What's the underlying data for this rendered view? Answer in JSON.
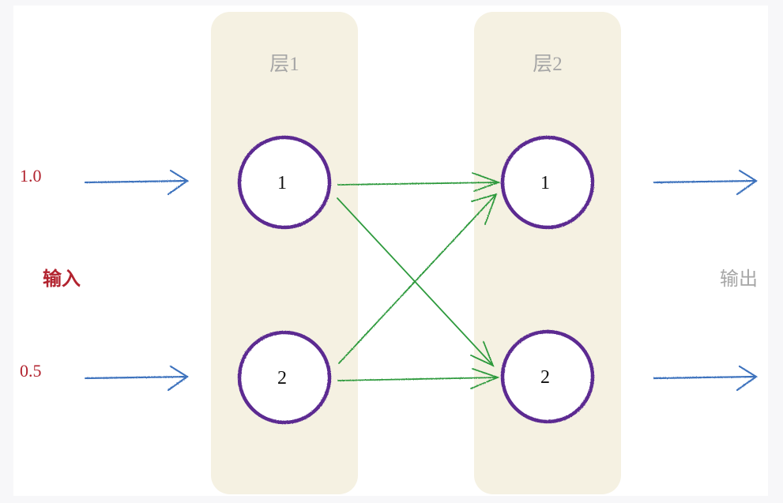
{
  "diagram": {
    "type": "neural-network",
    "inputs": {
      "label": "输入",
      "values": [
        "1.0",
        "0.5"
      ]
    },
    "output": {
      "label": "输出"
    },
    "layers": [
      {
        "title": "层1",
        "nodes": [
          {
            "label": "1"
          },
          {
            "label": "2"
          }
        ]
      },
      {
        "title": "层2",
        "nodes": [
          {
            "label": "1"
          },
          {
            "label": "2"
          }
        ]
      }
    ],
    "connections": [
      {
        "from": "层1-1",
        "to": "层2-1"
      },
      {
        "from": "层1-1",
        "to": "层2-2"
      },
      {
        "from": "层1-2",
        "to": "层2-1"
      },
      {
        "from": "层1-2",
        "to": "层2-2"
      }
    ],
    "colors": {
      "input_text": "#b2232f",
      "output_text": "#a6a6a6",
      "layer_title": "#a6a6a6",
      "layer_panel": "#f5f1e2",
      "node_stroke": "#5b2a91",
      "input_arrow": "#3d72bd",
      "connection_arrow": "#2f9a3e"
    }
  }
}
